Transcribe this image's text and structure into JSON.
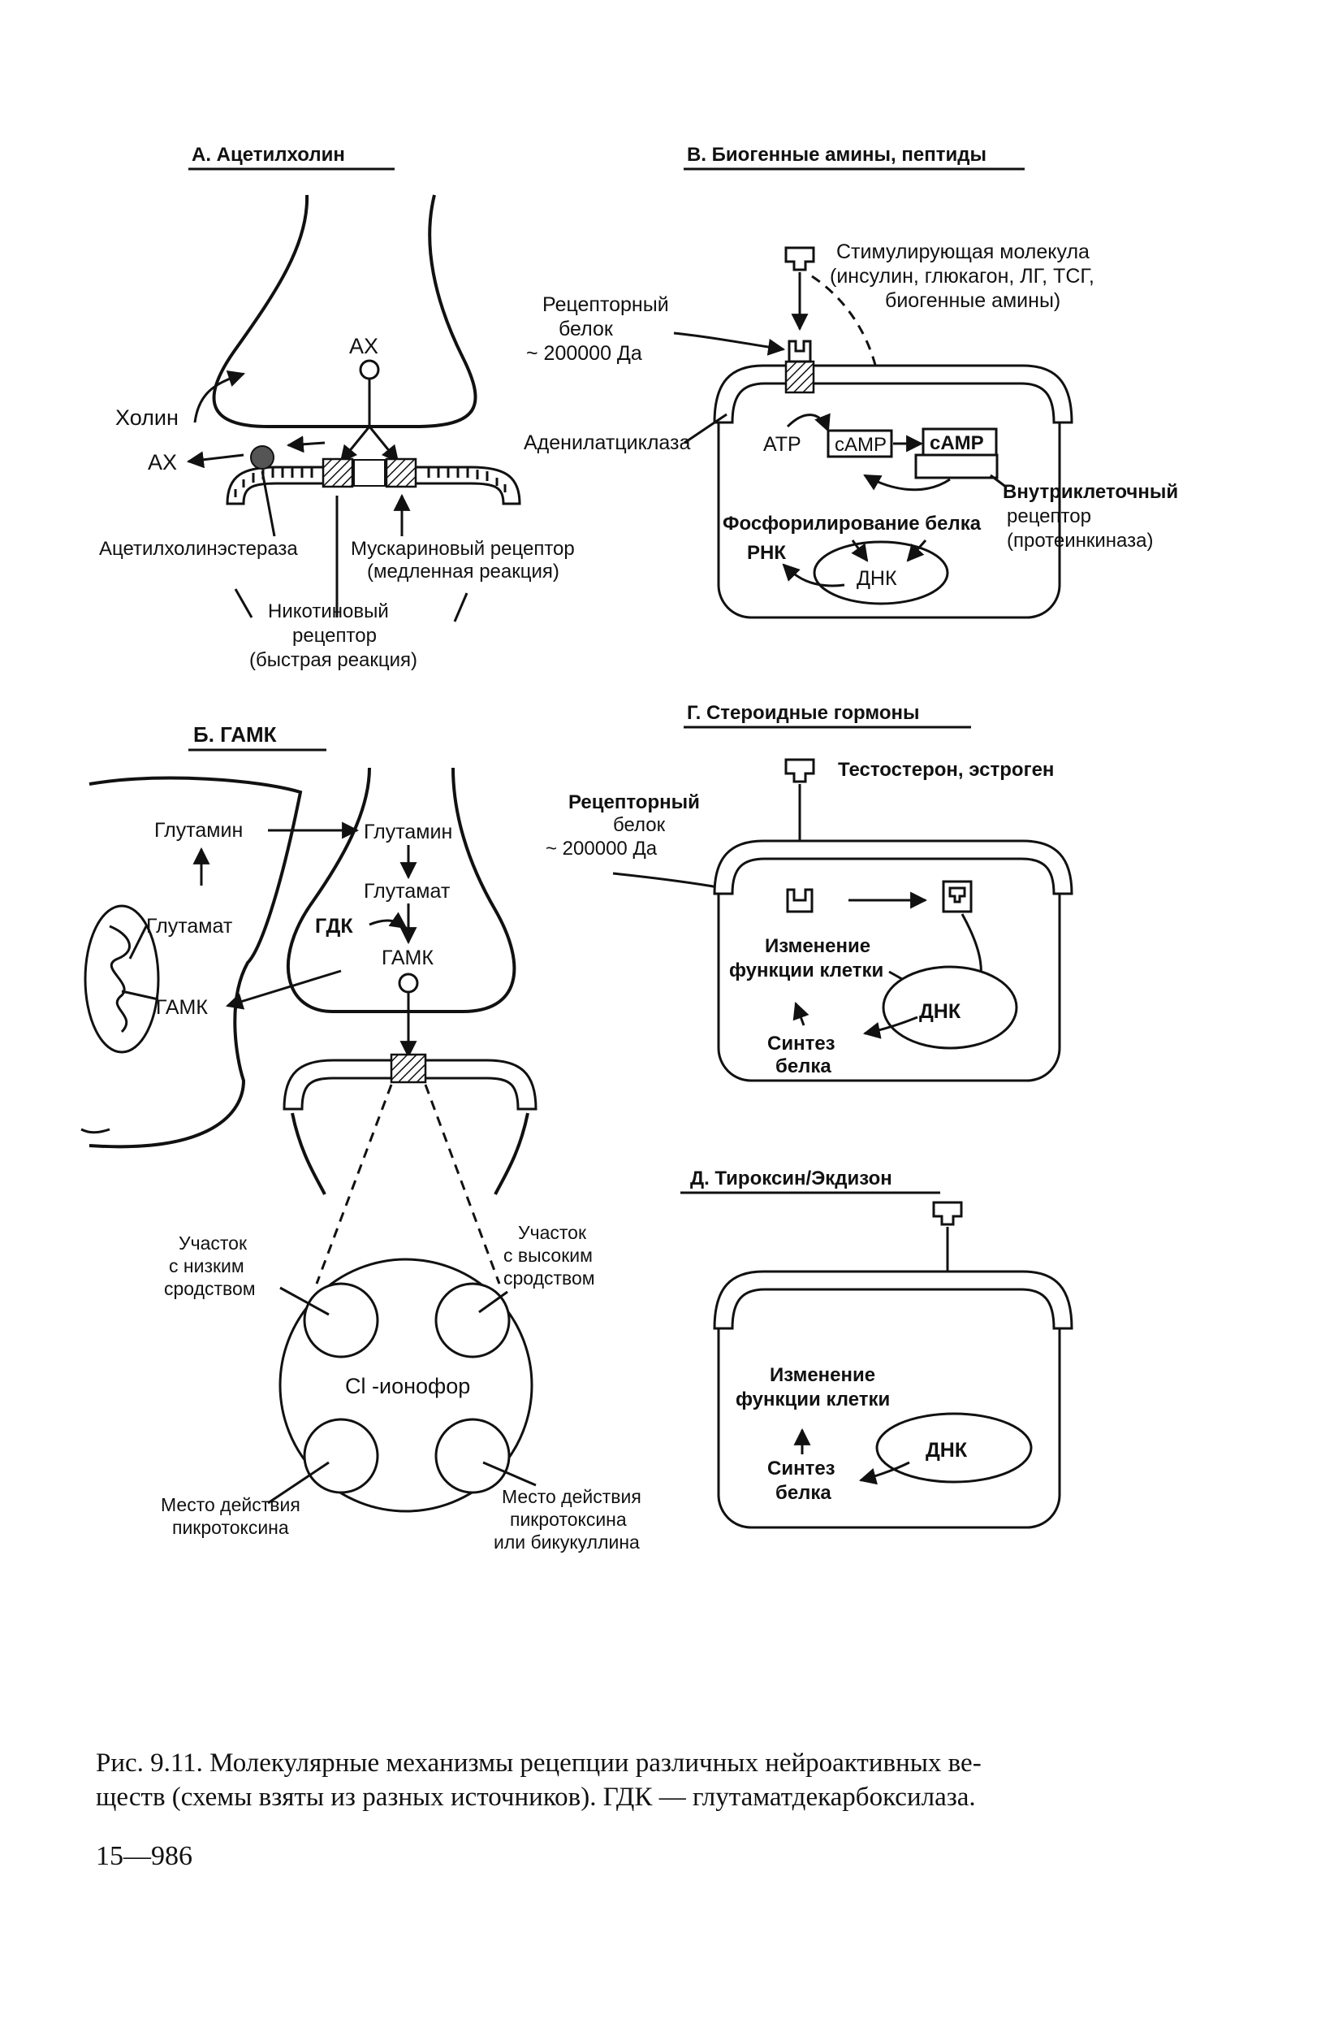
{
  "panel_a": {
    "title": "А. Ацетилхолин",
    "ax_top": "АХ",
    "cholin": "Холин",
    "ax_left": "АХ",
    "esterase": "Ацетилхолинэстераза",
    "muscarinic_1": "Мускариновый рецептор",
    "muscarinic_2": "(медленная реакция)",
    "nicotinic_1": "Никотиновый",
    "nicotinic_2": "рецептор",
    "nicotinic_3": "(быстрая реакция)"
  },
  "panel_b": {
    "title": "Б. ГАМК",
    "glutamine_left": "Глутамин",
    "glutamate_left": "Глутамат",
    "gaba_left": "ГАМК",
    "glutamine_right": "Глутамин",
    "glutamate_right": "Глутамат",
    "gdk": "ГДК",
    "gaba_right": "ГАМК",
    "low_affinity_1": "Участок",
    "low_affinity_2": "с низким",
    "low_affinity_3": "сродством",
    "high_affinity_1": "Участок",
    "high_affinity_2": "с высоким",
    "high_affinity_3": "сродством",
    "ionophore": "Cl -ионофор",
    "picro_1": "Место действия",
    "picro_2": "пикротоксина",
    "picro_bic_1": "Место действия",
    "picro_bic_2": "пикротоксина",
    "picro_bic_3": "или бикукуллина"
  },
  "panel_v": {
    "title": "В. Биогенные амины, пептиды",
    "stim_1": "Стимулирующая молекула",
    "stim_2": "(инсулин, глюкагон, ЛГ, ТСГ,",
    "stim_3": "биогенные амины)",
    "receptor_1": "Рецепторный",
    "receptor_2": "белок",
    "receptor_3": "~ 200000 Да",
    "adenylate": "Аденилатциклаза",
    "atp": "АТР",
    "camp_1": "cAMP",
    "camp_2": "cAMP",
    "intracell_1": "Внутриклеточный",
    "intracell_2": "рецептор",
    "intracell_3": "(протеинкиназа)",
    "phospho": "Фосфорилирование белка",
    "rnk": "РНК",
    "dnk": "ДНК"
  },
  "panel_g": {
    "title": "Г. Стероидные гормоны",
    "hormone": "Тестостерон, эстроген",
    "receptor_1": "Рецепторный",
    "receptor_2": "белок",
    "receptor_3": "~ 200000 Да",
    "change_1": "Изменение",
    "change_2": "функции клетки",
    "dnk": "ДНК",
    "synth_1": "Синтез",
    "synth_2": "белка"
  },
  "panel_d": {
    "title": "Д. Тироксин/Экдизон",
    "change_1": "Изменение",
    "change_2": "функции клетки",
    "dnk": "ДНК",
    "synth_1": "Синтез",
    "synth_2": "белка"
  },
  "caption": {
    "line1": "Рис. 9.11. Молекулярные механизмы рецепции различных нейроактивных ве-",
    "line2": "ществ (схемы взяты из разных источников). ГДК — глутаматдекарбоксилаза.",
    "page_number": "15—986"
  }
}
